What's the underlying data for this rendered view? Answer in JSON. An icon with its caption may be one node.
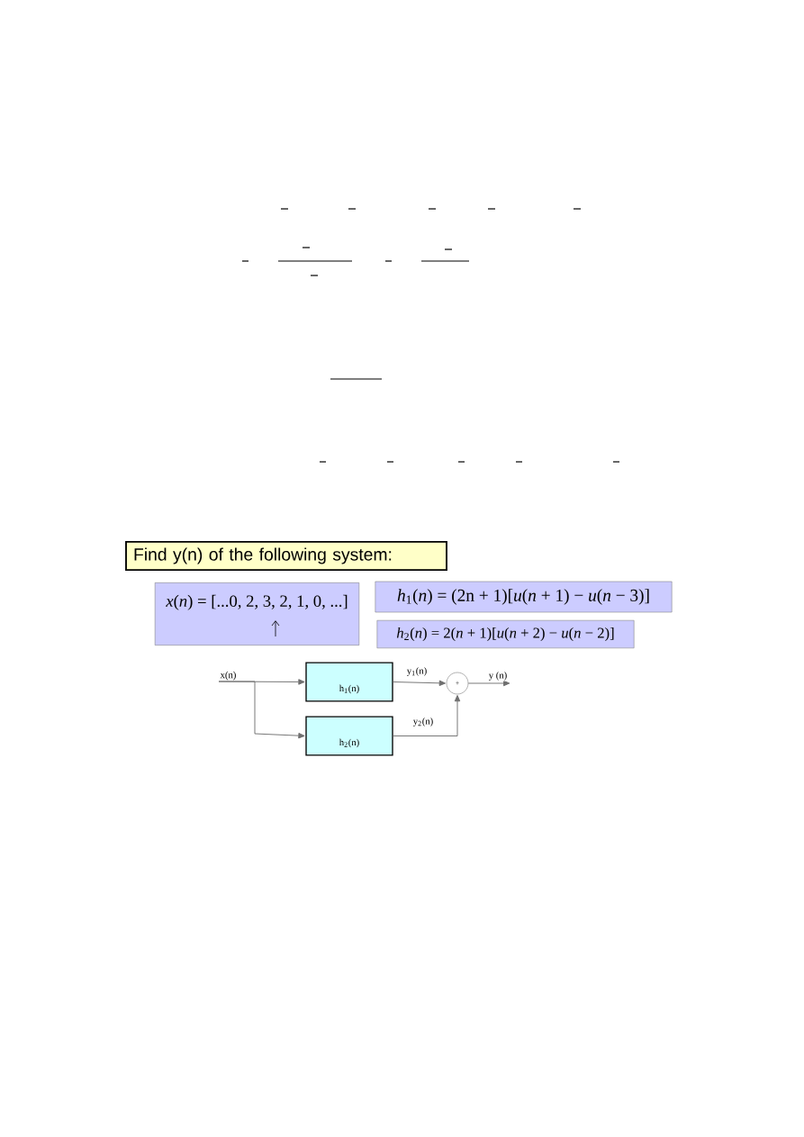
{
  "diagram": {
    "nodes": [
      {
        "text": [
          "Find  y(n) of the following system:"
        ]
      },
      {
        "text": [
          "*x*(*n*) = [...0, 2, 3, 2, 1, 0, ...]"
        ]
      },
      {
        "text": [
          "*h*$_{1}$(*n*) = (2n + 1)[*u*(*n* + 1) − *u*(*n* − 3)]"
        ]
      },
      {
        "text": [
          "*h*$_{2}$(*n*) = 2(*n* + 1)[*u*(*n* + 2) − *u*(*n* − 2)]"
        ]
      },
      {
        "text": [
          "x(n)"
        ]
      },
      {
        "text": [
          "h$_{1}$(n)"
        ]
      },
      {
        "text": [
          "h$_{2}$(n)"
        ]
      },
      {
        "text": [
          "+"
        ]
      }
    ],
    "edges": [
      {
        "from": 4,
        "to": 5,
        "arrow": "to"
      },
      {
        "from": 4,
        "to": 6,
        "arrow": "to"
      },
      {
        "from": 5,
        "to": 7,
        "arrow": "to",
        "label": "y$_{1}$(n)"
      },
      {
        "from": 6,
        "to": 7,
        "arrow": "to",
        "label": "y$_{2}$(n)"
      },
      {
        "from": 7,
        "to": null,
        "arrow": "to",
        "label": "y (n)"
      }
    ]
  }
}
